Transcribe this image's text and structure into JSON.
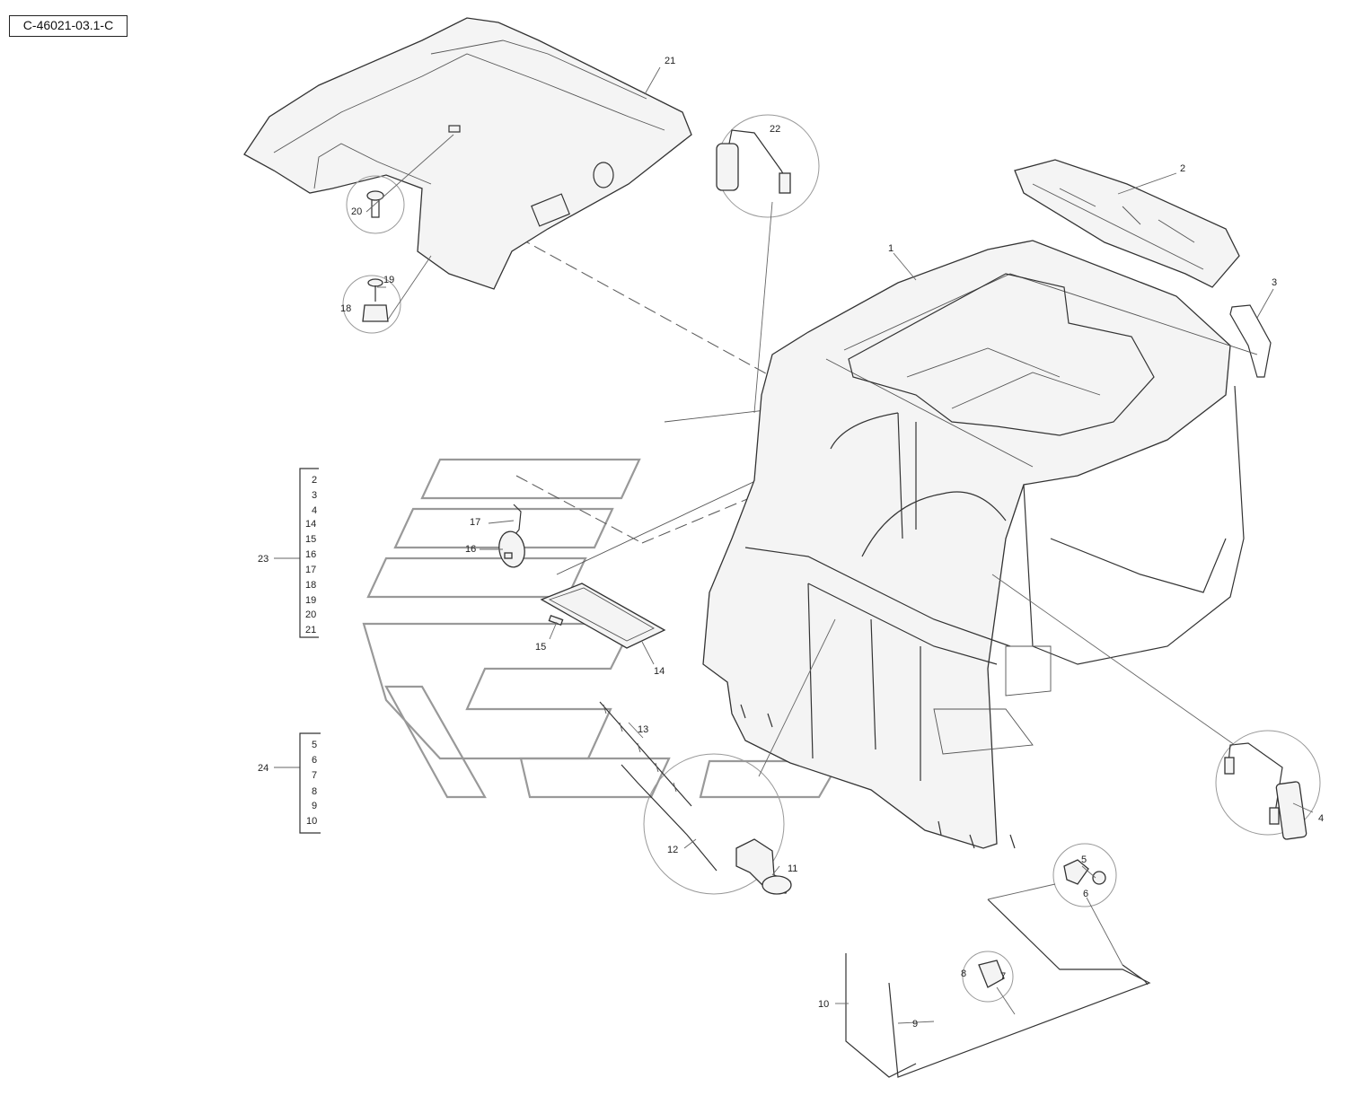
{
  "reference_code": "C-46021-03.1-C",
  "callouts": [
    {
      "id": "c1",
      "text": "1"
    },
    {
      "id": "c2",
      "text": "2"
    },
    {
      "id": "c3",
      "text": "3"
    },
    {
      "id": "c4",
      "text": "4"
    },
    {
      "id": "c5",
      "text": "5"
    },
    {
      "id": "c6",
      "text": "6"
    },
    {
      "id": "c7",
      "text": "7"
    },
    {
      "id": "c8",
      "text": "8"
    },
    {
      "id": "c9",
      "text": "9"
    },
    {
      "id": "c10",
      "text": "10"
    },
    {
      "id": "c11",
      "text": "11"
    },
    {
      "id": "c12",
      "text": "12"
    },
    {
      "id": "c13",
      "text": "13"
    },
    {
      "id": "c14",
      "text": "14"
    },
    {
      "id": "c15",
      "text": "15"
    },
    {
      "id": "c16",
      "text": "16"
    },
    {
      "id": "c17",
      "text": "17"
    },
    {
      "id": "c18",
      "text": "18"
    },
    {
      "id": "c19",
      "text": "19"
    },
    {
      "id": "c20",
      "text": "20"
    },
    {
      "id": "c21",
      "text": "21"
    },
    {
      "id": "c22",
      "text": "22"
    }
  ],
  "kits": [
    {
      "label": "23",
      "items": [
        "2",
        "3",
        "4",
        "14",
        "15",
        "16",
        "17",
        "18",
        "19",
        "20",
        "21"
      ]
    },
    {
      "label": "24",
      "items": [
        "5",
        "6",
        "7",
        "8",
        "9",
        "10"
      ]
    }
  ]
}
